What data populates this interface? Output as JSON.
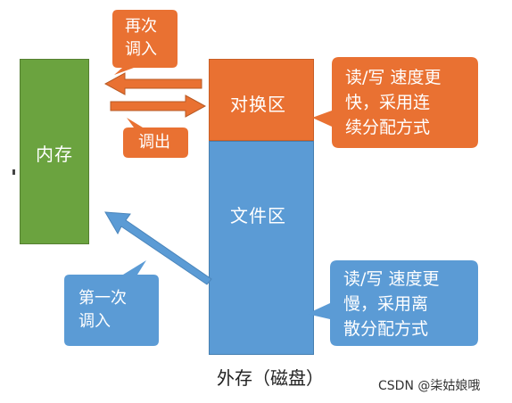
{
  "memory": {
    "label": "内存"
  },
  "swap_area": {
    "label": "对换区"
  },
  "file_area": {
    "label": "文件区"
  },
  "external_storage": {
    "label": "外存（磁盘）"
  },
  "callouts": {
    "reload": {
      "line1": "再次",
      "line2": "调入"
    },
    "swap_out": {
      "label": "调出"
    },
    "first_load": {
      "line1": "第一次",
      "line2": "调入"
    },
    "swap_speed": {
      "line1": "读/写 速度更",
      "line2": "快，采用连",
      "line3": "续分配方式"
    },
    "file_speed": {
      "line1": "读/写 速度更",
      "line2": "慢，采用离",
      "line3": "散分配方式"
    }
  },
  "watermark": "CSDN @柒姑娘哦",
  "colors": {
    "memory": "#6ba33f",
    "swap_area": "#e97132",
    "file_area": "#5b9bd5",
    "arrow_orange": "#e97132",
    "arrow_blue": "#5b9bd5"
  }
}
